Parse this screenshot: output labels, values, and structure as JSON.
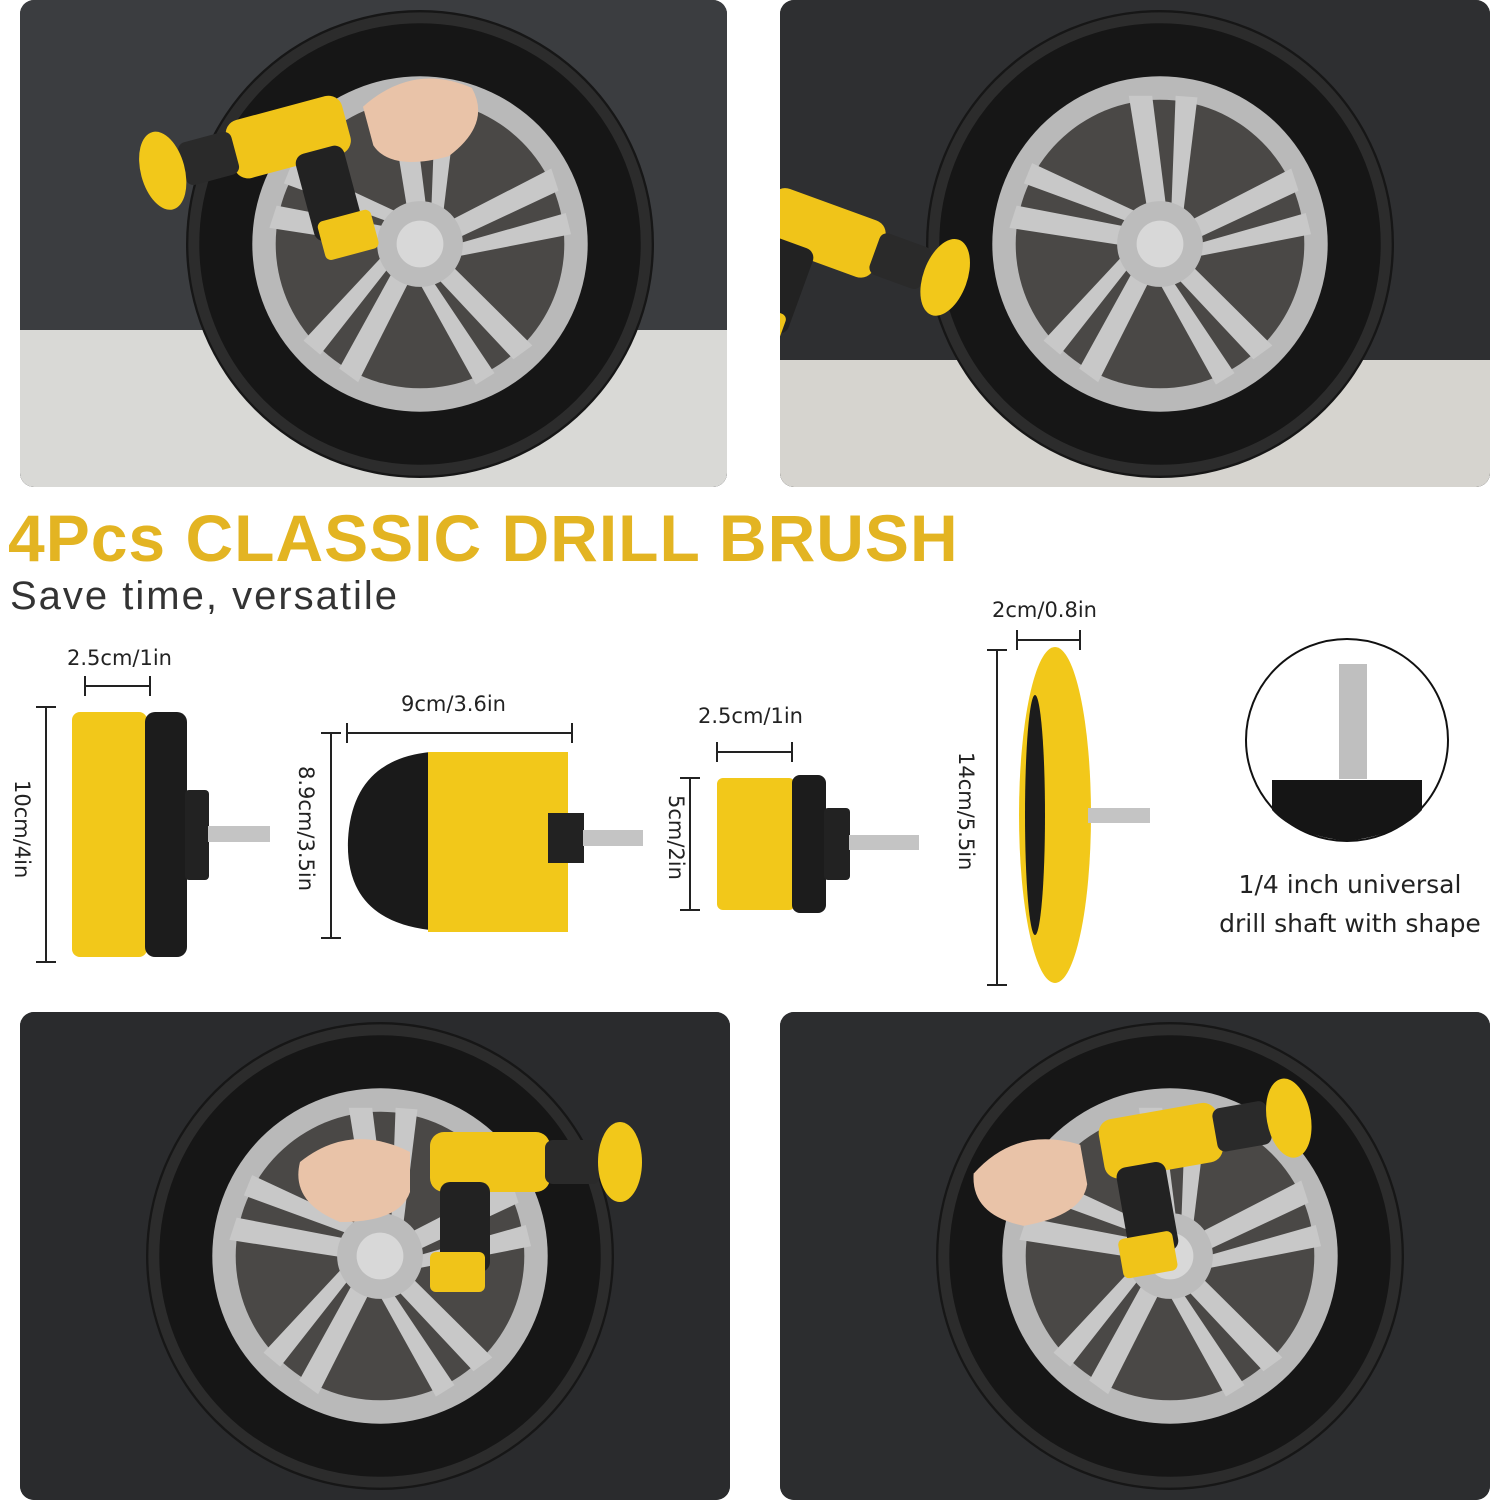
{
  "header": {
    "title": "4Pcs CLASSIC DRILL BRUSH",
    "subtitle": "Save time, versatile"
  },
  "brushes": [
    {
      "name": "flat-brush-small-large",
      "width_label": "2.5cm/1in",
      "height_label": "10cm/4in"
    },
    {
      "name": "dome-brush",
      "width_label": "9cm/3.6in",
      "height_label": "8.9cm/3.5in"
    },
    {
      "name": "flat-brush-small",
      "width_label": "2.5cm/1in",
      "height_label": "5cm/2in"
    },
    {
      "name": "wheel-brush",
      "width_label": "2cm/0.8in",
      "height_label": "14cm/5.5in"
    }
  ],
  "shaft_detail": {
    "line1": "1/4 inch universal",
    "line2": "drill shaft with shape"
  },
  "colors": {
    "accent_yellow": "#e3b422",
    "bristle_yellow": "#f2c81a",
    "text_dark": "#333333"
  }
}
